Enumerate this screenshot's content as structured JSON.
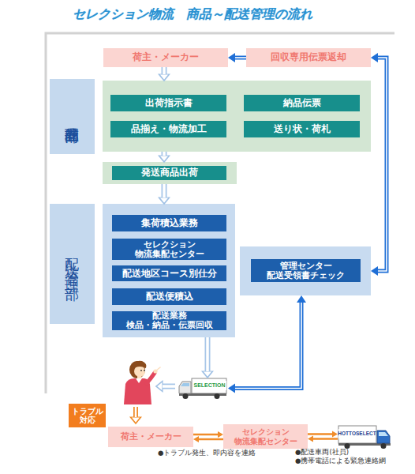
{
  "diagram": {
    "title": "セレクション物流　商品～配送管理の流れ",
    "nodes": [
      {
        "text": [
          "荷主・メーカー"
        ]
      },
      {
        "text": [
          "回収専用伝票返却"
        ]
      },
      {
        "text": [
          "商品管理部"
        ]
      },
      {
        "text": [
          "出荷指示書"
        ],
        "in": 2
      },
      {
        "text": [
          "納品伝票"
        ],
        "in": 2
      },
      {
        "text": [
          "品揃え・物流加工"
        ],
        "in": 2
      },
      {
        "text": [
          "送り状・荷札"
        ],
        "in": 2
      },
      {
        "text": [
          "発送商品出荷"
        ]
      },
      {
        "text": [
          "配送管理部"
        ]
      },
      {
        "text": [
          "集荷積込業務"
        ],
        "in": 8
      },
      {
        "text": [
          "セレクション 物流集配センター"
        ],
        "in": 8
      },
      {
        "text": [
          "配送地区コース別仕分"
        ],
        "in": 8
      },
      {
        "text": [
          "配送便積込"
        ],
        "in": 8
      },
      {
        "text": [
          "配送業務 検品・納品・伝票回収"
        ],
        "in": 8
      },
      {
        "text": [
          "管理センター 配送受領書チェック"
        ]
      },
      {
        "text": [
          "SELECTION"
        ]
      },
      {
        "text": [
          "トラブル 対応"
        ]
      },
      {
        "text": [
          "荷主・メーカー"
        ]
      },
      {
        "text": [
          "セレクション 物流集配センター"
        ]
      },
      {
        "text": [
          "HOTTOSELECT"
        ]
      }
    ],
    "edges": [
      {
        "from": 1,
        "to": 0,
        "arrow": "to"
      },
      {
        "from": 0,
        "to": 2,
        "arrow": "to"
      },
      {
        "from": 2,
        "to": 7,
        "arrow": "to"
      },
      {
        "from": 7,
        "to": 8,
        "arrow": "to"
      },
      {
        "from": 14,
        "to": 1,
        "arrow": "both"
      },
      {
        "from": 8,
        "to": 15,
        "arrow": "to"
      },
      {
        "from": 15,
        "to": 14,
        "arrow": "both"
      },
      {
        "from": 17,
        "to": 18,
        "arrow": "both"
      },
      {
        "from": 18,
        "to": 19,
        "arrow": "both"
      }
    ],
    "labels": [
      "●トラブル発生、即内容を連絡",
      "●配送車両(社員)",
      "●携帯電話による緊急連絡網"
    ]
  }
}
